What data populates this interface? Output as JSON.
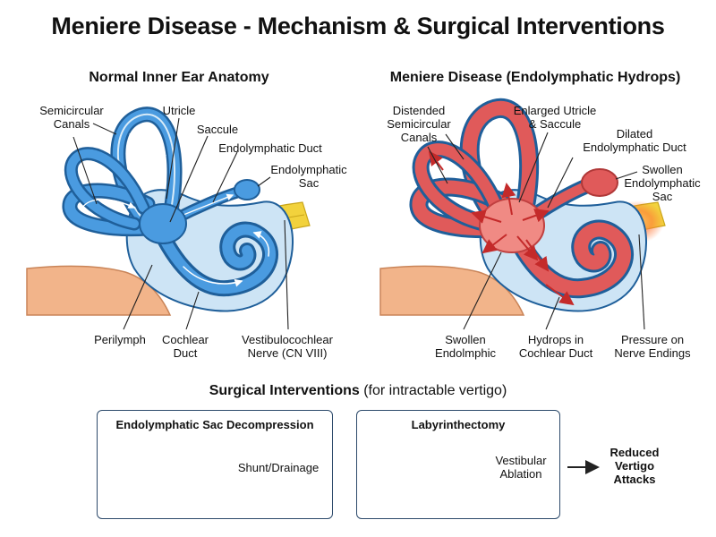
{
  "title": "Meniere Disease - Mechanism & Surgical Interventions",
  "normal": {
    "title": "Normal Inner Ear Anatomy",
    "labels": {
      "semicircular": [
        "Semicircular",
        "Canals"
      ],
      "utricle": [
        "Utricle"
      ],
      "saccule": [
        "Saccule"
      ],
      "duct": [
        "Endolymphatic Duct"
      ],
      "sac": [
        "Endolymphatic",
        "Sac"
      ],
      "perilymph": [
        "Perilymph"
      ],
      "cochlear": [
        "Cochlear",
        "Duct"
      ],
      "nerve": [
        "Vestibulocochlear",
        "Nerve (CN VIII)"
      ]
    }
  },
  "disease": {
    "title": "Meniere Disease (Endolymphatic Hydrops)",
    "labels": {
      "canals": [
        "Distended",
        "Semicircular",
        "Canals"
      ],
      "utricle": [
        "Enlarged Utricle",
        "& Saccule"
      ],
      "duct": [
        "Dilated",
        "Endolymphatic Duct"
      ],
      "sac": [
        "Swollen",
        "Endolymphatic",
        "Sac"
      ],
      "endolymph": [
        "Swollen",
        "Endolmphic"
      ],
      "hydrops": [
        "Hydrops in",
        "Cochlear Duct"
      ],
      "pressure": [
        "Pressure on",
        "Nerve Endings"
      ]
    }
  },
  "surgical": {
    "title": "Surgical Interventions",
    "subtitle": " (for intractable vertigo)",
    "decompression": {
      "title": "Endolymphatic Sac Decompression",
      "result": "Shunt/Drainage"
    },
    "labyrinthectomy": {
      "title": "Labyrinthectomy",
      "result": [
        "Vestibular",
        "Ablation"
      ]
    },
    "outcome": [
      "Reduced",
      "Vertigo",
      "Attacks"
    ]
  },
  "colors": {
    "normal_fill": "#4a9be0",
    "normal_light": "#bfdcf2",
    "normal_stroke": "#1f5f9a",
    "disease_fill": "#e05a5a",
    "disease_light": "#f3c2c0",
    "arrow_red": "#c42a2a",
    "bone": "#f2b48a",
    "nerve": "#f2d23c",
    "box_border": "#2d4a6b"
  }
}
